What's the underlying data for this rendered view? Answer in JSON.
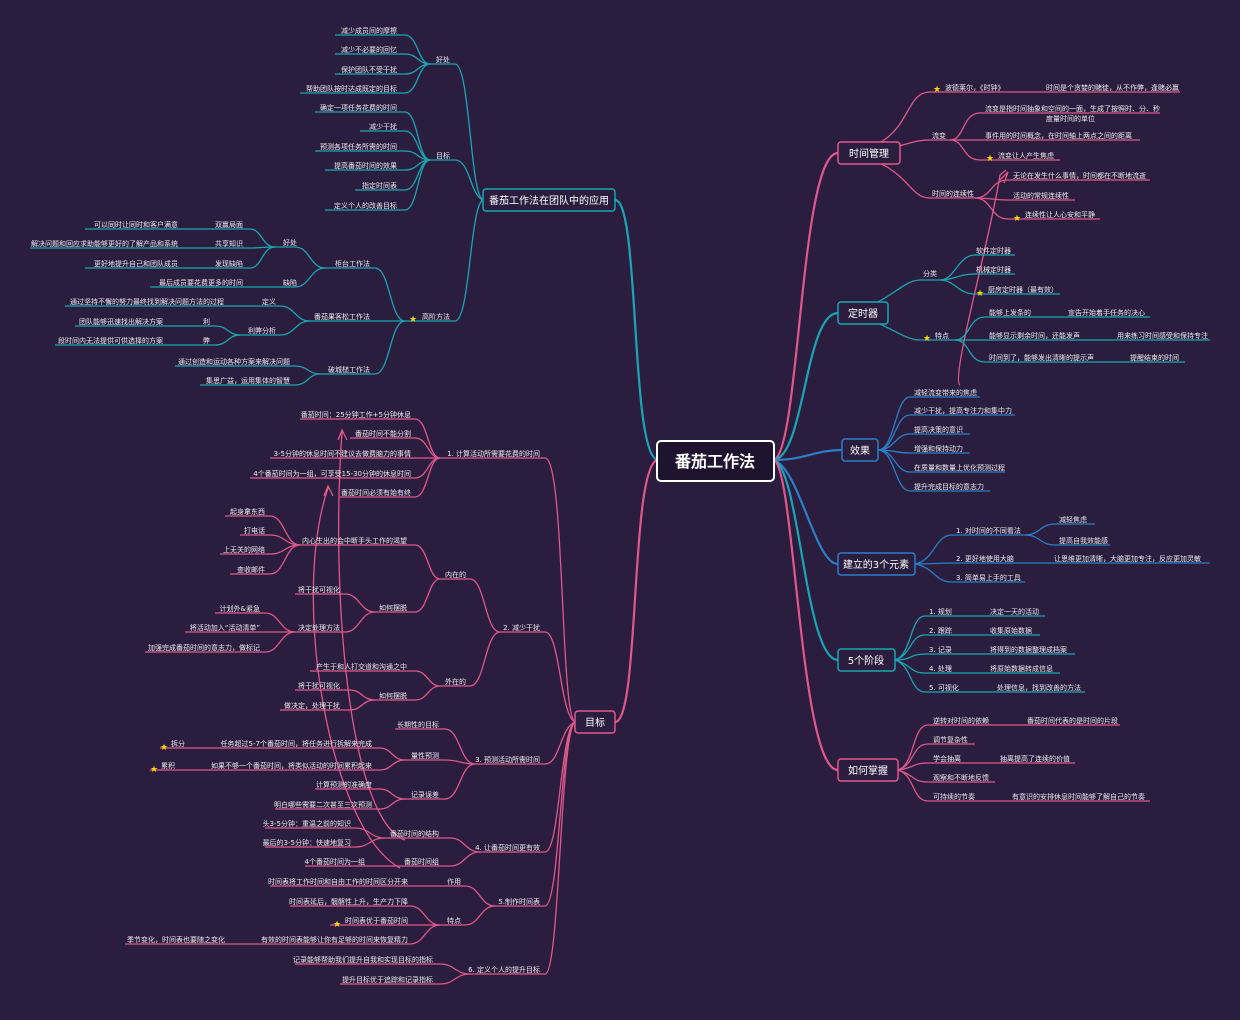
{
  "root": "番茄工作法",
  "colors": {
    "background": "#2b1d3d",
    "pink": "#e0588c",
    "teal": "#19a6b4",
    "blue": "#2a7fc9",
    "star": "#f5d90a"
  },
  "right": {
    "time_mgmt": {
      "title": "时间管理",
      "star_author": "波德莱尔，《时钟》",
      "quote": "时间是个贪婪的赌徒，从不作弊，逢赌必赢",
      "flow": "流变",
      "flow_def_1": "流变是指时间抽象和空间的一面，生成了按照时、分、秒",
      "flow_def_2": "度量时间的单位",
      "flow_concept": "事件用的时间概念，在时间轴上两点之间的距离",
      "flow_anxiety": "流变让人产生焦虑",
      "continuity": "时间的连续性",
      "cont_1": "无论在发生什么事情，时间都在不断地流逝",
      "cont_2": "活动的常规连续性",
      "cont_3": "连续性让人心安和平静"
    },
    "timer": {
      "title": "定时器",
      "class": "分类",
      "c1": "软件定时器",
      "c2": "机械定时器",
      "c3": "厨房定时器（最有效）",
      "feature": "特点",
      "f1": "能够上发条的",
      "f1d": "宣告开始着手任务的决心",
      "f2": "能够显示剩余时间，还能发声",
      "f2d": "用来练习时间感受和保持专注",
      "f3": "时间到了，能够发出清晰的提示声",
      "f3d": "提醒结束的时间"
    },
    "effect": {
      "title": "效果",
      "items": [
        "减轻流变带来的焦虑",
        "减少干扰，提高专注力和集中力",
        "提高决策的意识",
        "增强和保持动力",
        "在质量和数量上优化预测过程",
        "提升完成目标的意志力"
      ]
    },
    "three": {
      "title": "建立的3个元素",
      "e1": "1. 对时间的不同看法",
      "e1a": "减轻焦虑",
      "e1b": "提高自我效能感",
      "e2": "2. 更好地使用大脑",
      "e2d": "让思维更加清晰，大脑更加专注，反应更加灵敏",
      "e3": "3. 简单易上手的工具"
    },
    "five": {
      "title": "5个阶段",
      "stages": [
        {
          "name": "1. 规划",
          "desc": "决定一天的活动"
        },
        {
          "name": "2. 跟踪",
          "desc": "收集原始数据"
        },
        {
          "name": "3. 记录",
          "desc": "将得到的数据整理成档案"
        },
        {
          "name": "4. 处理",
          "desc": "将原始数据转成信息"
        },
        {
          "name": "5. 可视化",
          "desc": "处理信息，找到改善的方法"
        }
      ]
    },
    "master": {
      "title": "如何掌握",
      "m1": "逆转对时间的依赖",
      "m1d": "番茄时间代表的是时间的片段",
      "m2": "调节复杂性",
      "m3": "学会抽离",
      "m3d": "抽离提高了连续的价值",
      "m4": "观察和不断地反馈",
      "m5": "可持续的节奏",
      "m5d": "有意识的安排休息时间能够了解自己的节奏"
    }
  },
  "team": {
    "title": "番茄工作法在团队中的应用",
    "benefit": "好处",
    "b": [
      "减少成员间的摩擦",
      "减少不必要的回忆",
      "保护团队不受干扰",
      "帮助团队按时达成既定的目标"
    ],
    "goal": "目标",
    "g": [
      "确定一项任务花费的时间",
      "减少干扰",
      "预测各项任务所需的时间",
      "提高番茄时间的效果",
      "指定时间表",
      "定义个人的改善目标"
    ],
    "advanced": "高阶方法",
    "counter": "柜台工作法",
    "counter_good": "好处",
    "counter_bad": "缺陷",
    "c1k": "双赢局面",
    "c1v": "可以同时让同时和客户满意",
    "c2k": "共享知识",
    "c2v": "解决问题和回应求助能够更好的了解产品和系统",
    "c3k": "发现缺陷",
    "c3v": "更好地提升自己和团队成员",
    "cbad": "最后成员要花费更多的时间",
    "tomato": "番茄果客松工作法",
    "def": "定义",
    "def_v": "通过坚持不懈的努力最终找到解决问题方法的过程",
    "pros_cons": "利弊分析",
    "pro": "利",
    "pro_v": "团队能够迅速找出解决方案",
    "con": "弊",
    "con_v": "段时间内无法提供可供选择的方案",
    "crash": "破城槌工作法",
    "crash_1": "通过创造和运动各种方案来解决问题",
    "crash_2": "集思广益，运用集体的智慧"
  },
  "goal": {
    "title": "目标",
    "g1": "1. 计算活动所需要花费的时间",
    "g1items": [
      "番茄时间：25分钟工作+5分钟休息",
      "番茄时间不能分割",
      "3-5分钟的休息时间不建议去做费脑力的事情",
      "4个番茄时间为一组，可享受15-30分钟的休息时间",
      "番茄时间必须有始有终"
    ],
    "g2": "2. 减少干扰",
    "inner": "内在的",
    "inner_desire": "内心生出的会中断手头工作的渴望",
    "desire_items": [
      "起身拿东西",
      "打电话",
      "上无关的网络",
      "查收邮件"
    ],
    "how": "如何摆脱",
    "visualize": "将干扰可视化",
    "decide": "决定处理方法",
    "decide_items": [
      "计划外&紧急",
      "将活动加入“活动清单”",
      "加强完成番茄时间的意志力，做标记"
    ],
    "outer": "外在的",
    "outer_desc": "产生于和人打交道和沟通之中",
    "outer_how": "如何摆脱",
    "outer_v": "将干扰可视化",
    "outer_d": "做决定，处理干扰",
    "g3": "3. 预测活动所需时间",
    "long": "长期性的目标",
    "quality": "量性预测",
    "split_k": "拆分",
    "split_v": "任务超过5-7个番茄时间，将任务进行拆解来完成",
    "accum_k": "累积",
    "accum_v": "如果不够一个番茄时间，将类似活动的时间累积起来",
    "record": "记录误差",
    "record_items": [
      "计算预测的准确度",
      "明白哪些需要二次甚至三次预测"
    ],
    "g4": "4. 让番茄时间更有效",
    "structure": "番茄时间的结构",
    "s1": "头3-5分钟：重温之前的知识",
    "s2": "最后的3-5分钟：快速地复习",
    "group": "番茄时间组",
    "group_v": "4个番茄时间为一组",
    "g5": "5.制作时间表",
    "role": "作用",
    "role_v": "时间表将工作时间和自由工作的时间区分开来",
    "feat": "特点",
    "feat_1": "时间表延后，髋髂性上升，生产力下降",
    "feat_2": "时间表优于番茄时间",
    "feat_3": "有效的时间表能够让你有足够的时间来恢复精力",
    "feat_3b": "季节变化，时间表也要随之变化",
    "g6": "6. 定义个人的提升目标",
    "g6_1": "记录能够帮助我们提升自我和实现目标的指标",
    "g6_2": "提升目标优于追踪和记录指标"
  }
}
